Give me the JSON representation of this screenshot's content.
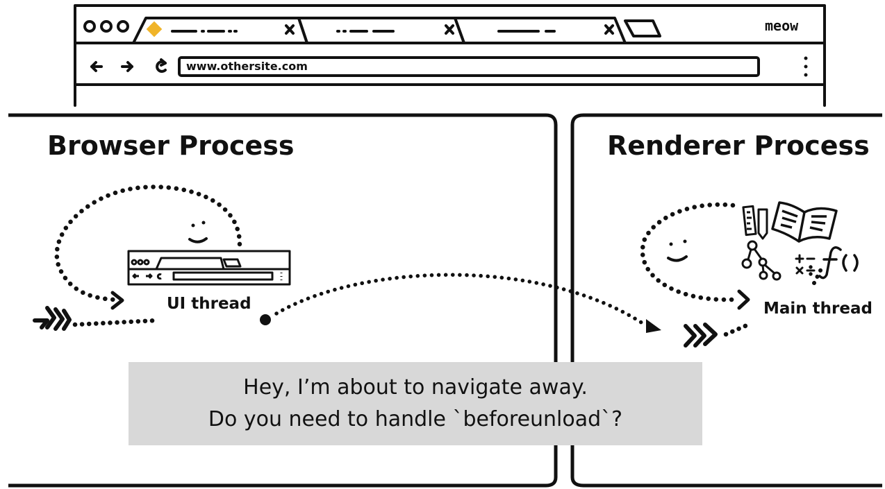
{
  "browser_window": {
    "title": "meow",
    "url": "www.othersite.com",
    "nav_icons": [
      "back-arrow-icon",
      "forward-arrow-icon",
      "reload-icon"
    ],
    "menu_icon": "kebab-menu-icon",
    "tab_count": 3,
    "active_tab_favicon_color": "#f0b429"
  },
  "browser_process": {
    "title": "Browser Process",
    "thread_label": "UI thread"
  },
  "renderer_process": {
    "title": "Renderer Process",
    "thread_label": "Main thread"
  },
  "message": {
    "line1": "Hey, I’m about to navigate away.",
    "line2": "Do you need to handle `beforeunload`?"
  },
  "colors": {
    "ink": "#111111",
    "message_background": "#d8d8d8",
    "favicon": "#f0b429"
  }
}
